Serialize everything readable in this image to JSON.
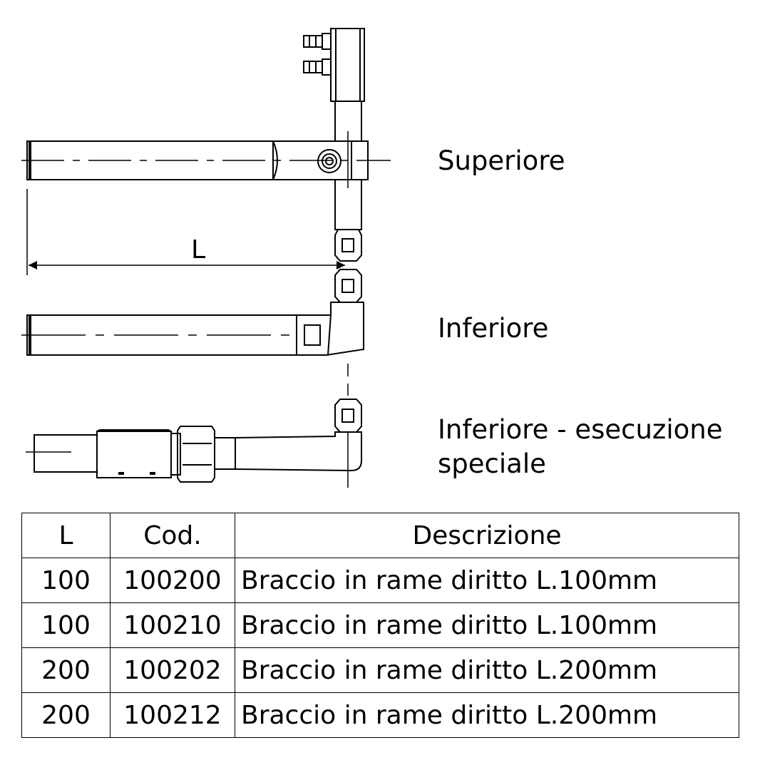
{
  "dimension_label": "L",
  "labels": {
    "upper": "Superiore",
    "lower": "Inferiore",
    "special_line1": "Inferiore - esecuzione",
    "special_line2": "speciale"
  },
  "table": {
    "headers": [
      "L",
      "Cod.",
      "Descrizione"
    ],
    "rows": [
      [
        "100",
        "100200",
        "Braccio in rame diritto L.100mm"
      ],
      [
        "100",
        "100210",
        "Braccio in rame diritto L.100mm"
      ],
      [
        "200",
        "100202",
        "Braccio in rame diritto L.200mm"
      ],
      [
        "200",
        "100212",
        "Braccio in rame diritto L.200mm"
      ]
    ]
  }
}
